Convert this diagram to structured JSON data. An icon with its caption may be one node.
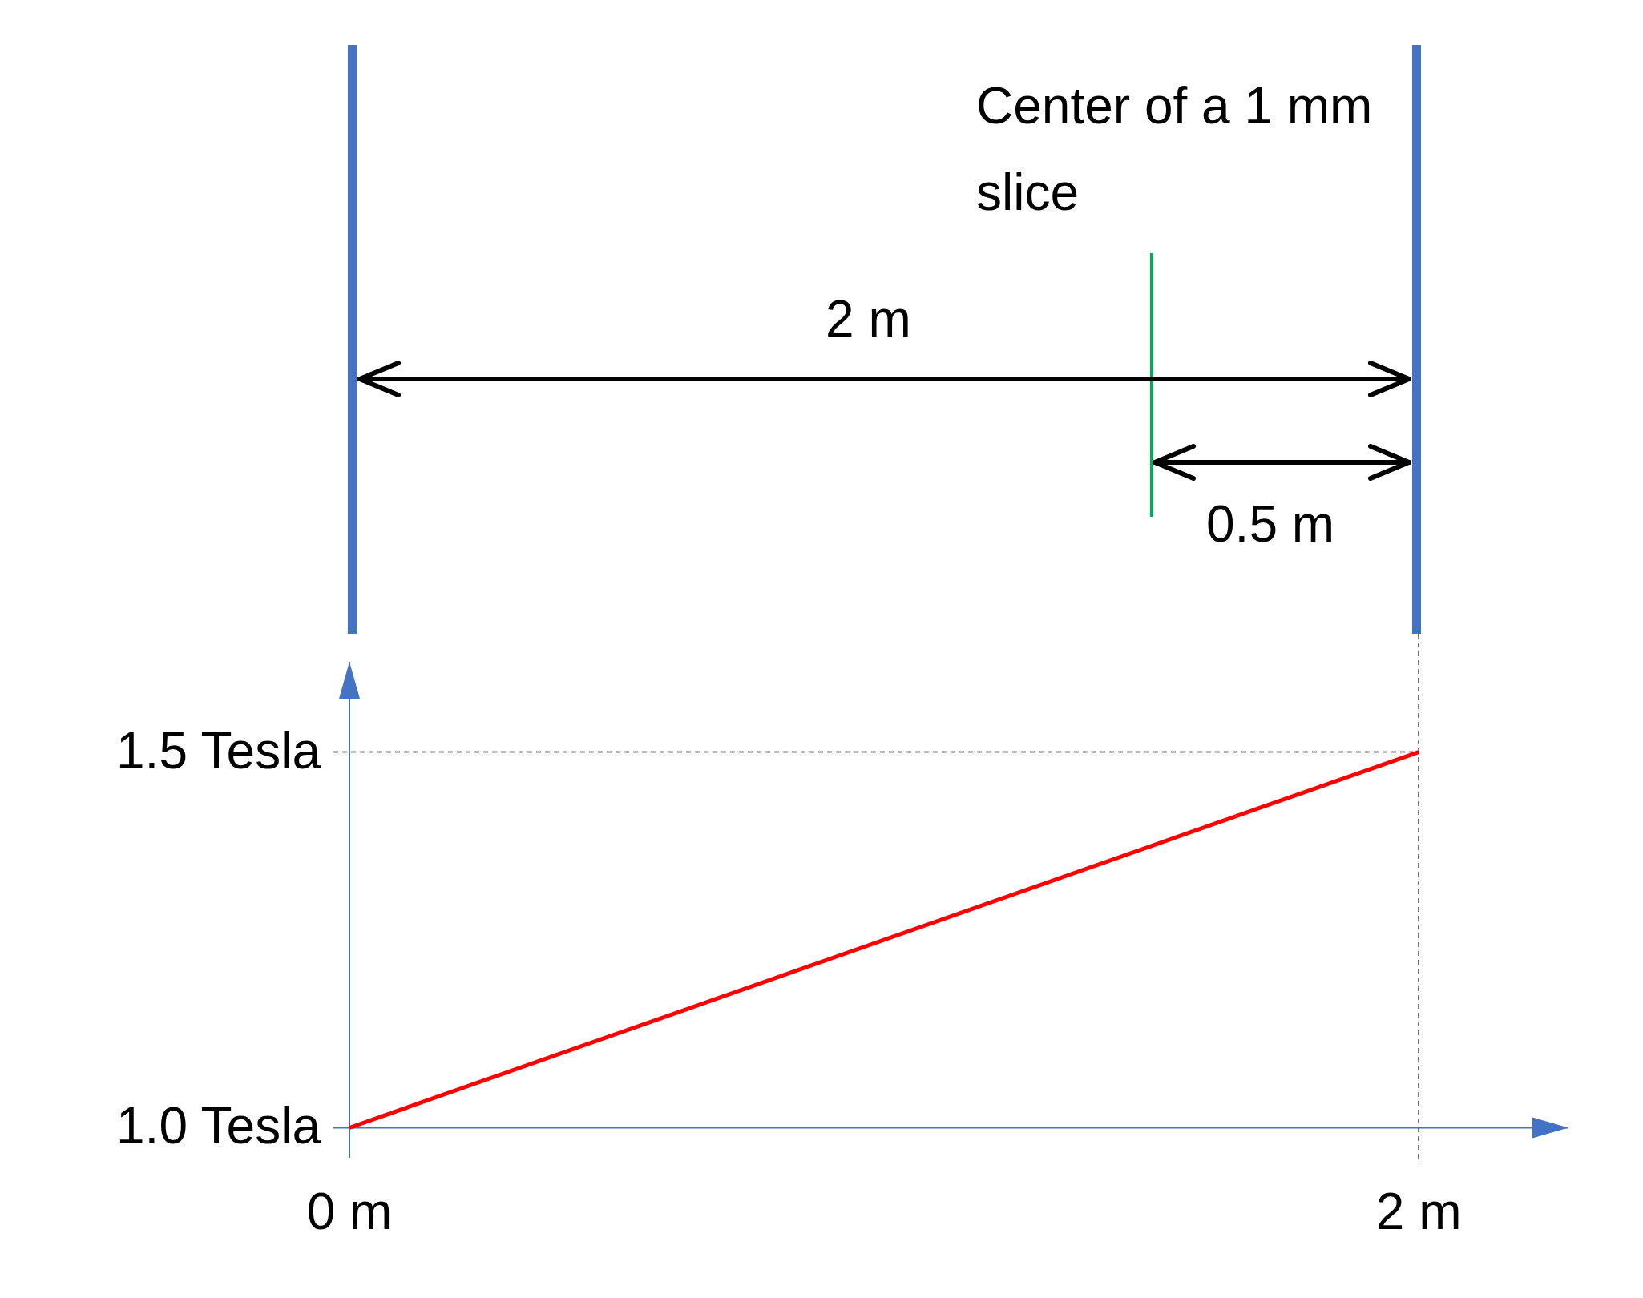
{
  "diagram": {
    "labels": [
      "Center of a 1 mm slice",
      "2 m",
      "0.5 m"
    ],
    "chart_data": {
      "type": "line",
      "x": [
        0,
        2
      ],
      "series": [
        {
          "color": "#ff0000",
          "values": [
            1.0,
            1.5
          ]
        }
      ],
      "xlim": [
        -0.03,
        2.28
      ],
      "ylim": [
        0.96,
        1.62
      ],
      "xticks": [
        {
          "value": 0,
          "label": "0 m"
        },
        {
          "value": 2,
          "label": "2 m"
        }
      ],
      "yticks": [
        {
          "value": 1.0,
          "label": "1.0 Tesla"
        },
        {
          "value": 1.5,
          "label": "1.5 Tesla"
        }
      ]
    }
  }
}
